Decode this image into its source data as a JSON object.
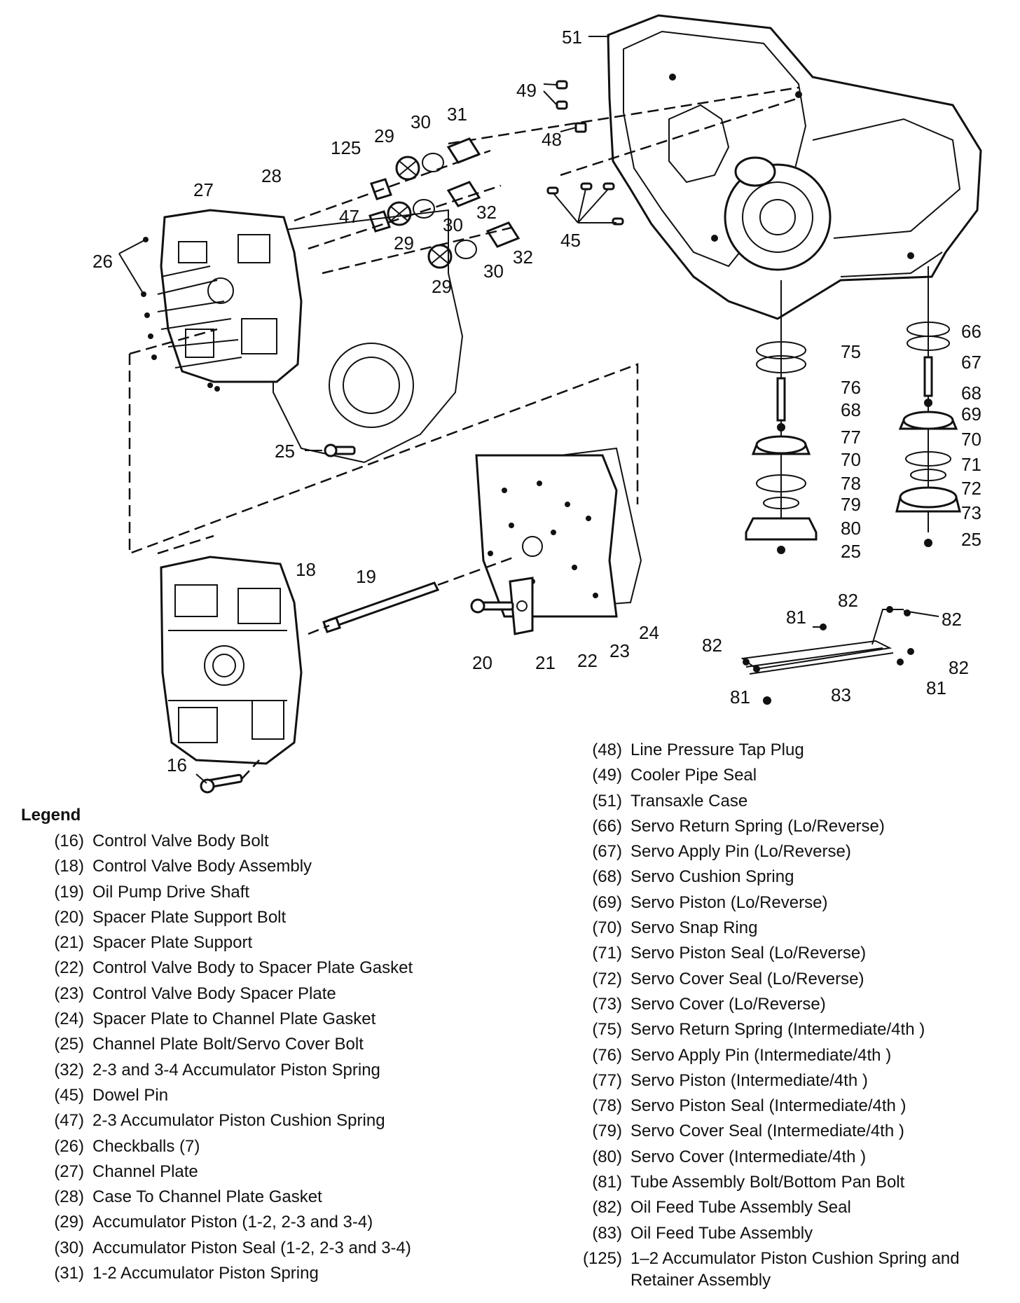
{
  "callouts": {
    "c51": "51",
    "c49": "49",
    "c48": "48",
    "c45": "45",
    "c31": "31",
    "c30a": "30",
    "c29a": "29",
    "c125": "125",
    "c28": "28",
    "c27": "27",
    "c26": "26",
    "c47": "47",
    "c32a": "32",
    "c30b": "30",
    "c29b": "29",
    "c32b": "32",
    "c30c": "30",
    "c29c": "29",
    "c25a": "25",
    "c18": "18",
    "c19": "19",
    "c20": "20",
    "c21": "21",
    "c22": "22",
    "c23": "23",
    "c24": "24",
    "c16": "16",
    "c66": "66",
    "c67": "67",
    "c68a": "68",
    "c69": "69",
    "c70a": "70",
    "c71": "71",
    "c72": "72",
    "c73": "73",
    "c25b": "25",
    "c75": "75",
    "c76": "76",
    "c68b": "68",
    "c77": "77",
    "c70b": "70",
    "c78": "78",
    "c79": "79",
    "c80": "80",
    "c25c": "25",
    "c82a": "82",
    "c82b": "82",
    "c81a": "81",
    "c82c": "82",
    "c82d": "82",
    "c81b": "81",
    "c81c": "81",
    "c83": "83"
  },
  "legend": {
    "title": "Legend",
    "left": [
      {
        "num": "(16)",
        "label": "Control Valve Body Bolt"
      },
      {
        "num": "(18)",
        "label": "Control Valve Body Assembly"
      },
      {
        "num": "(19)",
        "label": "Oil Pump Drive Shaft"
      },
      {
        "num": "(20)",
        "label": "Spacer Plate Support Bolt"
      },
      {
        "num": "(21)",
        "label": "Spacer Plate Support"
      },
      {
        "num": "(22)",
        "label": "Control Valve Body to Spacer Plate Gasket"
      },
      {
        "num": "(23)",
        "label": "Control Valve Body Spacer Plate"
      },
      {
        "num": "(24)",
        "label": "Spacer Plate to Channel Plate Gasket"
      },
      {
        "num": "(25)",
        "label": "Channel Plate Bolt/Servo Cover Bolt"
      },
      {
        "num": "(32)",
        "label": "2-3 and 3-4 Accumulator Piston Spring"
      },
      {
        "num": "(45)",
        "label": "Dowel Pin"
      },
      {
        "num": "(47)",
        "label": "2-3 Accumulator Piston Cushion Spring"
      },
      {
        "num": "(26)",
        "label": "Checkballs (7)"
      },
      {
        "num": "(27)",
        "label": "Channel Plate"
      },
      {
        "num": "(28)",
        "label": "Case To Channel Plate Gasket"
      },
      {
        "num": "(29)",
        "label": "Accumulator Piston (1-2, 2-3 and 3-4)"
      },
      {
        "num": "(30)",
        "label": "Accumulator Piston Seal (1-2, 2-3 and 3-4)"
      },
      {
        "num": "(31)",
        "label": "1-2 Accumulator Piston Spring"
      }
    ],
    "right": [
      {
        "num": "(48)",
        "label": "Line Pressure Tap Plug"
      },
      {
        "num": "(49)",
        "label": "Cooler Pipe Seal"
      },
      {
        "num": "(51)",
        "label": "Transaxle Case"
      },
      {
        "num": "(66)",
        "label": "Servo Return Spring (Lo/Reverse)"
      },
      {
        "num": "(67)",
        "label": "Servo Apply Pin (Lo/Reverse)"
      },
      {
        "num": "(68)",
        "label": "Servo Cushion Spring"
      },
      {
        "num": "(69)",
        "label": "Servo Piston (Lo/Reverse)"
      },
      {
        "num": "(70)",
        "label": "Servo Snap Ring"
      },
      {
        "num": "(71)",
        "label": "Servo Piston Seal (Lo/Reverse)"
      },
      {
        "num": "(72)",
        "label": "Servo Cover Seal (Lo/Reverse)"
      },
      {
        "num": "(73)",
        "label": "Servo Cover (Lo/Reverse)"
      },
      {
        "num": "(75)",
        "label": "Servo Return Spring (Intermediate/4th )"
      },
      {
        "num": "(76)",
        "label": "Servo Apply Pin (Intermediate/4th )"
      },
      {
        "num": "(77)",
        "label": "Servo Piston (Intermediate/4th )"
      },
      {
        "num": "(78)",
        "label": "Servo Piston Seal (Intermediate/4th )"
      },
      {
        "num": "(79)",
        "label": "Servo Cover Seal (Intermediate/4th )"
      },
      {
        "num": "(80)",
        "label": "Servo Cover (Intermediate/4th )"
      },
      {
        "num": "(81)",
        "label": "Tube Assembly Bolt/Bottom Pan Bolt"
      },
      {
        "num": "(82)",
        "label": "Oil Feed Tube Assembly Seal"
      },
      {
        "num": "(83)",
        "label": "Oil Feed Tube Assembly"
      },
      {
        "num": "(125)",
        "label": "1–2 Accumulator Piston Cushion Spring and",
        "label2": "Retainer Assembly"
      }
    ]
  }
}
